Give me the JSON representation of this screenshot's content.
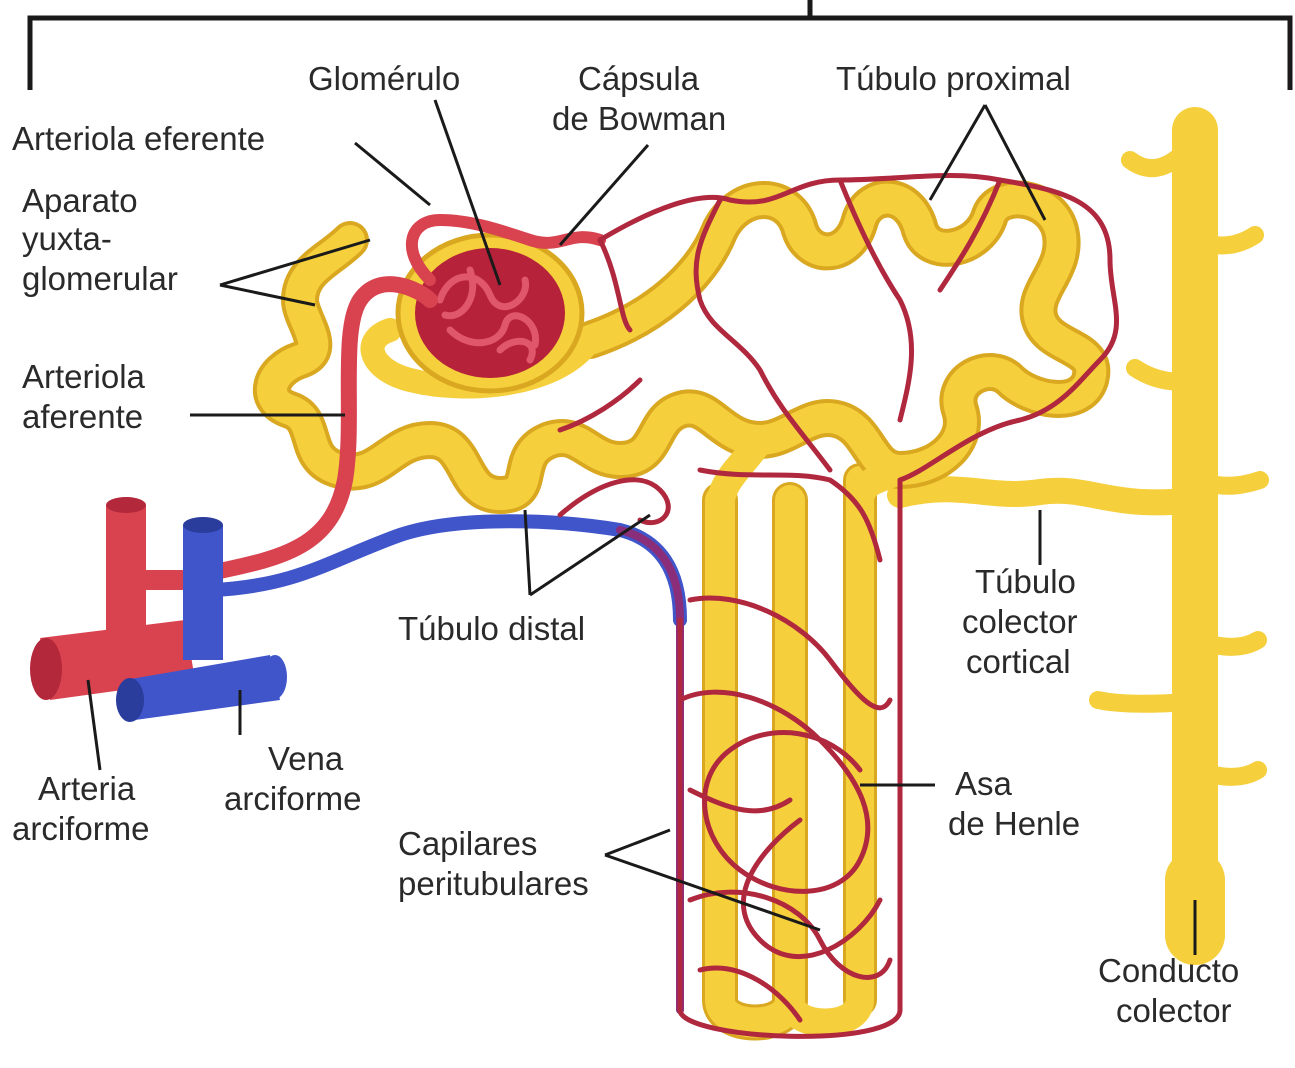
{
  "colors": {
    "tubule": "#f5cf3c",
    "tubule_edge": "#d9a820",
    "artery": "#d8434f",
    "artery_dark": "#b3283a",
    "vein": "#3f55c9",
    "capillary": "#b0283e",
    "glomerulus": "#b5223a"
  },
  "labels": {
    "glomerulo": "Glomérulo",
    "capsula_1": "Cápsula",
    "capsula_2": "de Bowman",
    "tubulo_proximal": "Túbulo proximal",
    "arteriola_eferente": "Arteriola eferente",
    "aparato_1": "Aparato",
    "aparato_2": "yuxta-",
    "aparato_3": "glomerular",
    "arteriola_aferente_1": "Arteriola",
    "arteriola_aferente_2": "aferente",
    "tubulo_distal": "Túbulo distal",
    "colector_cortical_1": "Túbulo",
    "colector_cortical_2": "colector",
    "colector_cortical_3": "cortical",
    "vena_1": "Vena",
    "vena_2": "arciforme",
    "arteria_1": "Arteria",
    "arteria_2": "arciforme",
    "asa_1": "Asa",
    "asa_2": "de Henle",
    "capilares_1": "Capilares",
    "capilares_2": "peritubulares",
    "conducto_1": "Conducto",
    "conducto_2": "colector"
  }
}
